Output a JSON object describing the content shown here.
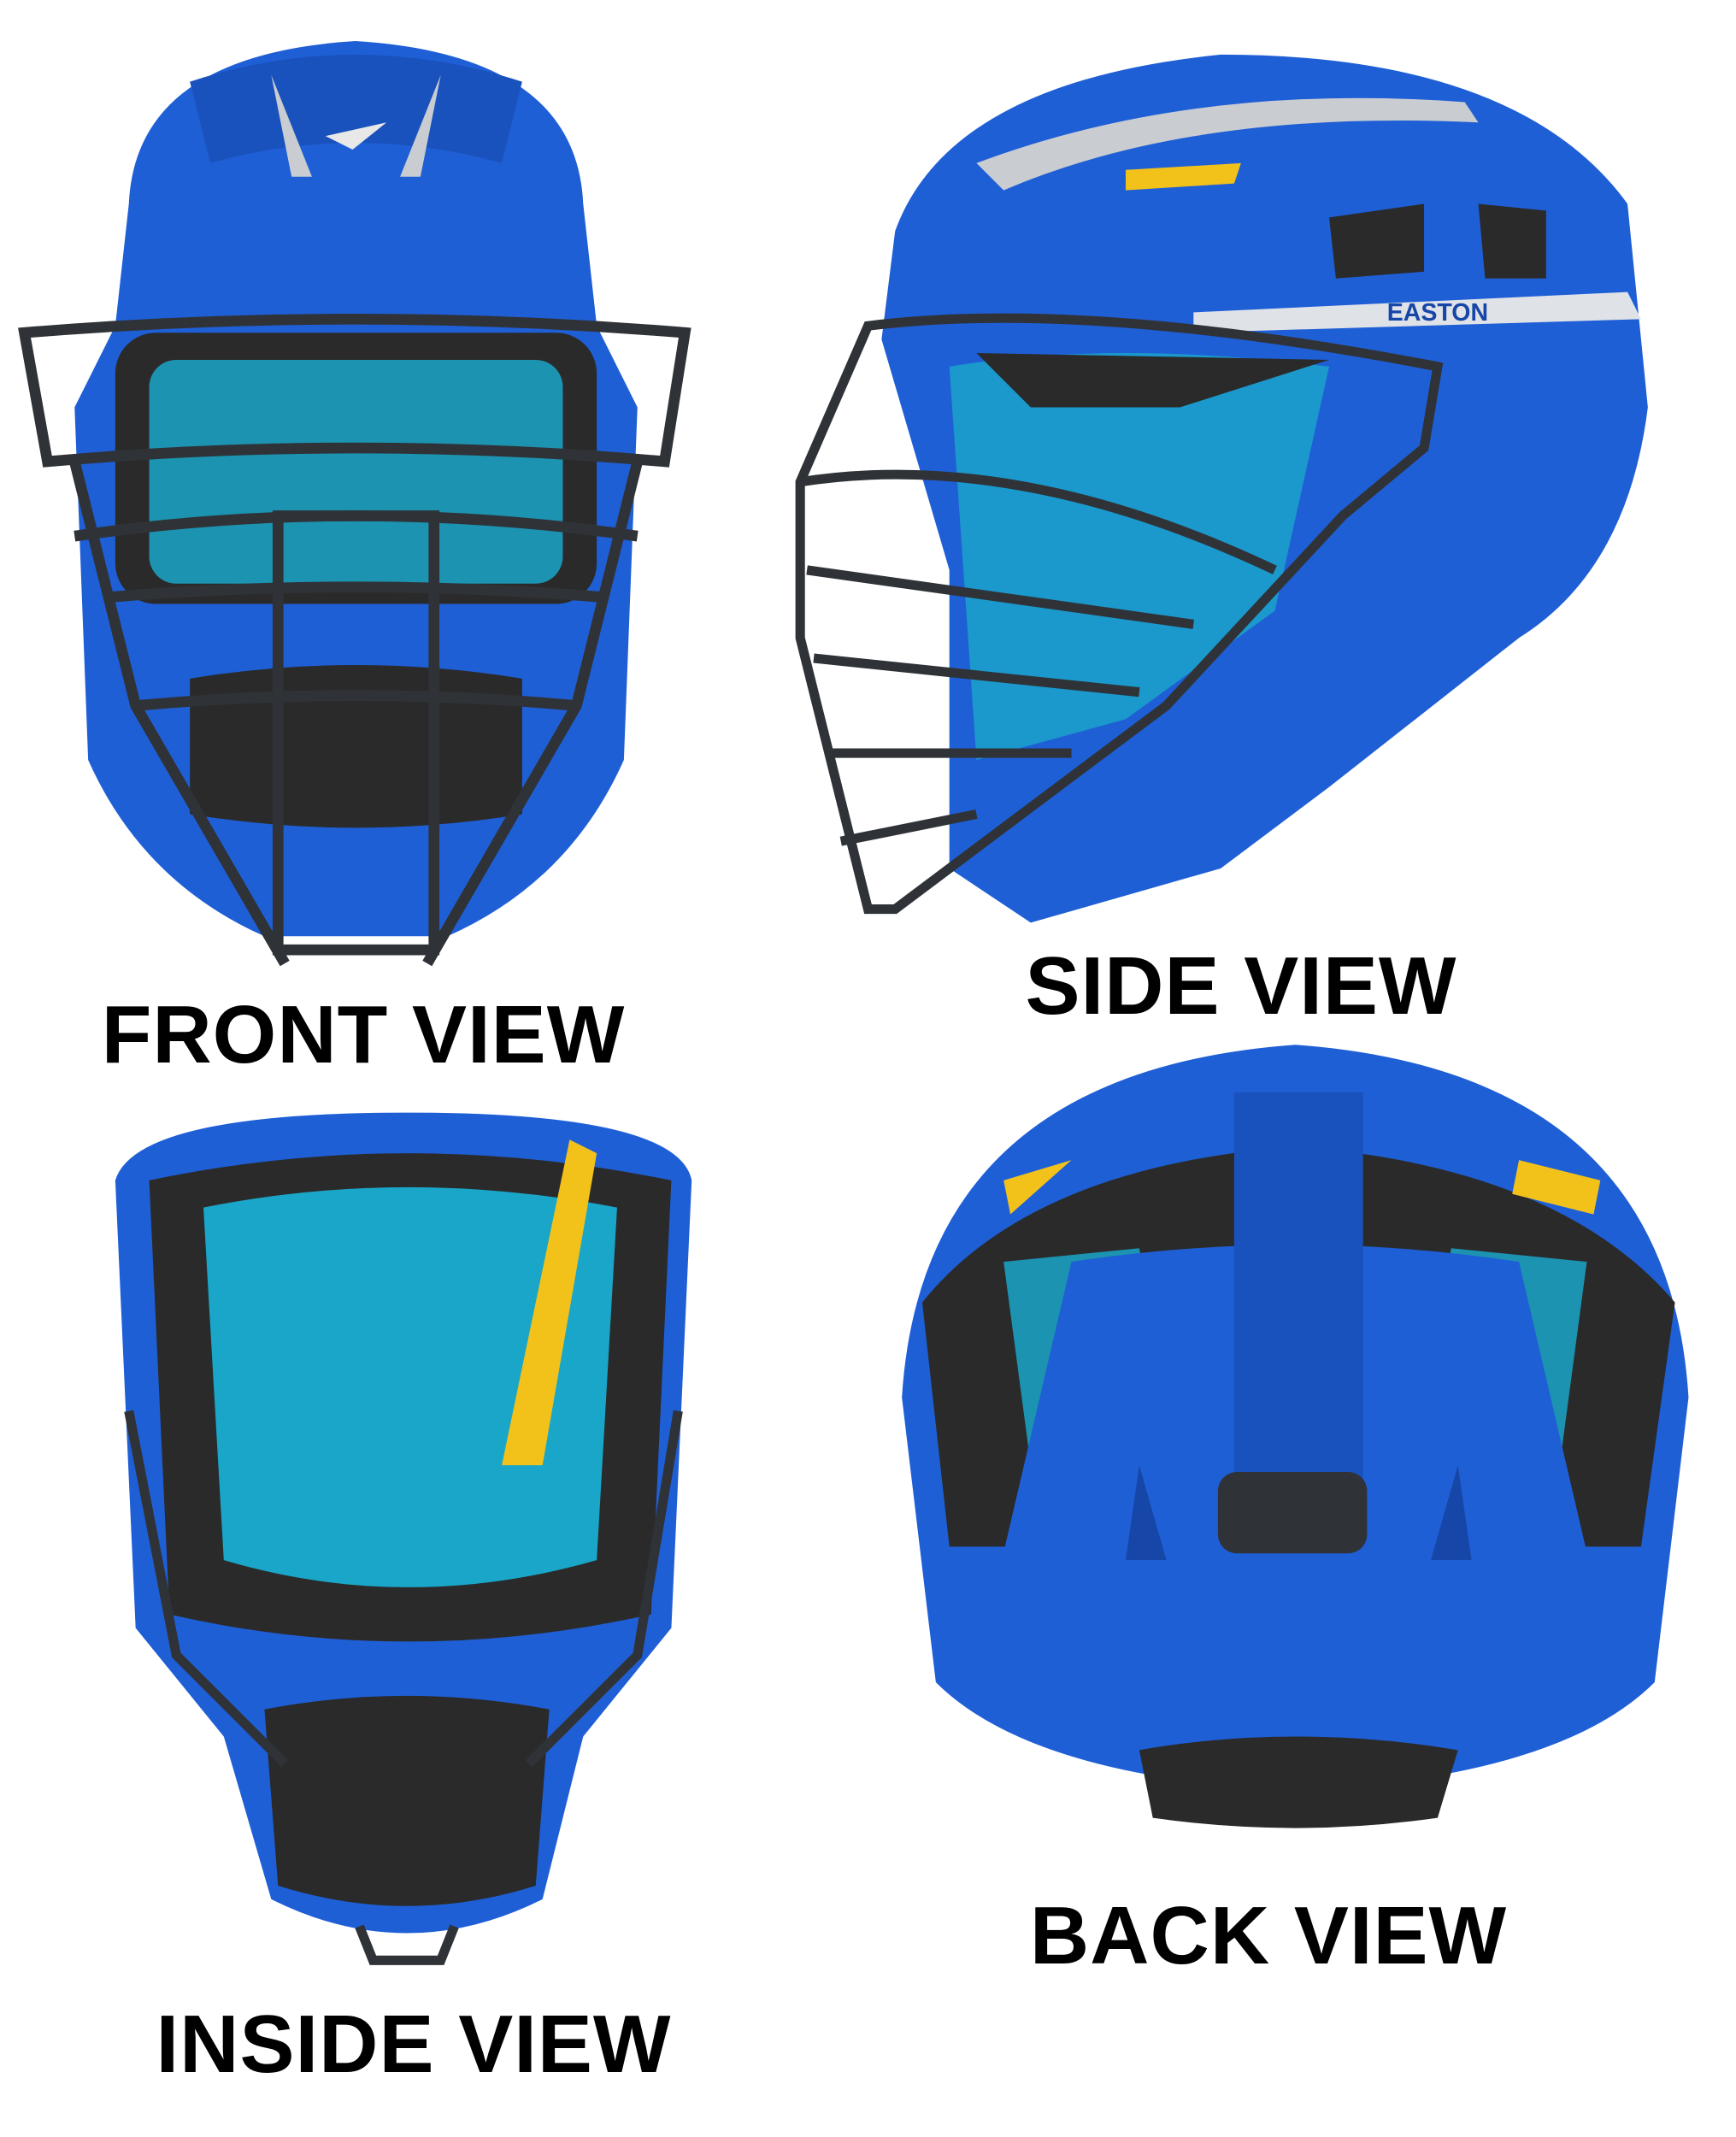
{
  "views": [
    {
      "label": "FRONT VIEW"
    },
    {
      "label": "SIDE VIEW"
    },
    {
      "label": "INSIDE VIEW"
    },
    {
      "label": "BACK VIEW"
    }
  ],
  "brand": {
    "logo_text": "EASTON"
  },
  "colors": {
    "shell": "#1f5fd6",
    "shell_dark": "#1646a8",
    "cage": "#2f3338",
    "liner": "#1aa6c9",
    "padding": "#2a2a2a",
    "accent": "#f2c21b",
    "stripe": "#c9ccd1"
  }
}
